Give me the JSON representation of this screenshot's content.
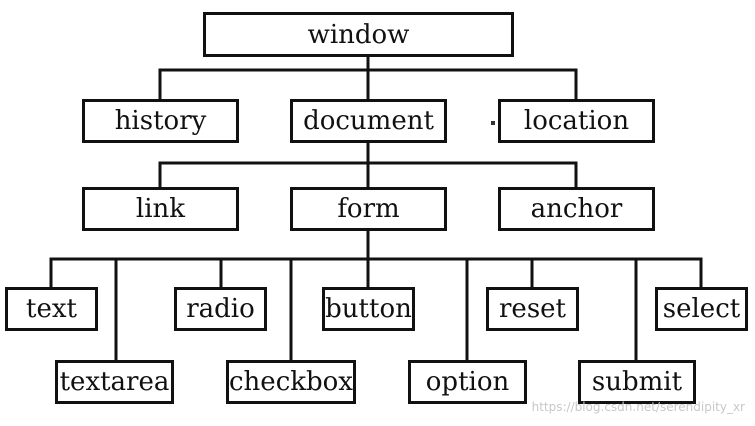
{
  "diagram": {
    "root": "window",
    "level1": [
      "history",
      "document",
      "location"
    ],
    "level2": [
      "link",
      "form",
      "anchor"
    ],
    "level3_top": [
      "text",
      "radio",
      "button",
      "reset",
      "select"
    ],
    "level3_bottom": [
      "textarea",
      "checkbox",
      "option",
      "submit"
    ],
    "line_color": "#111111",
    "box_border_color": "#111111"
  },
  "watermark": "https://blog.csdn.net/serendipity_xr"
}
